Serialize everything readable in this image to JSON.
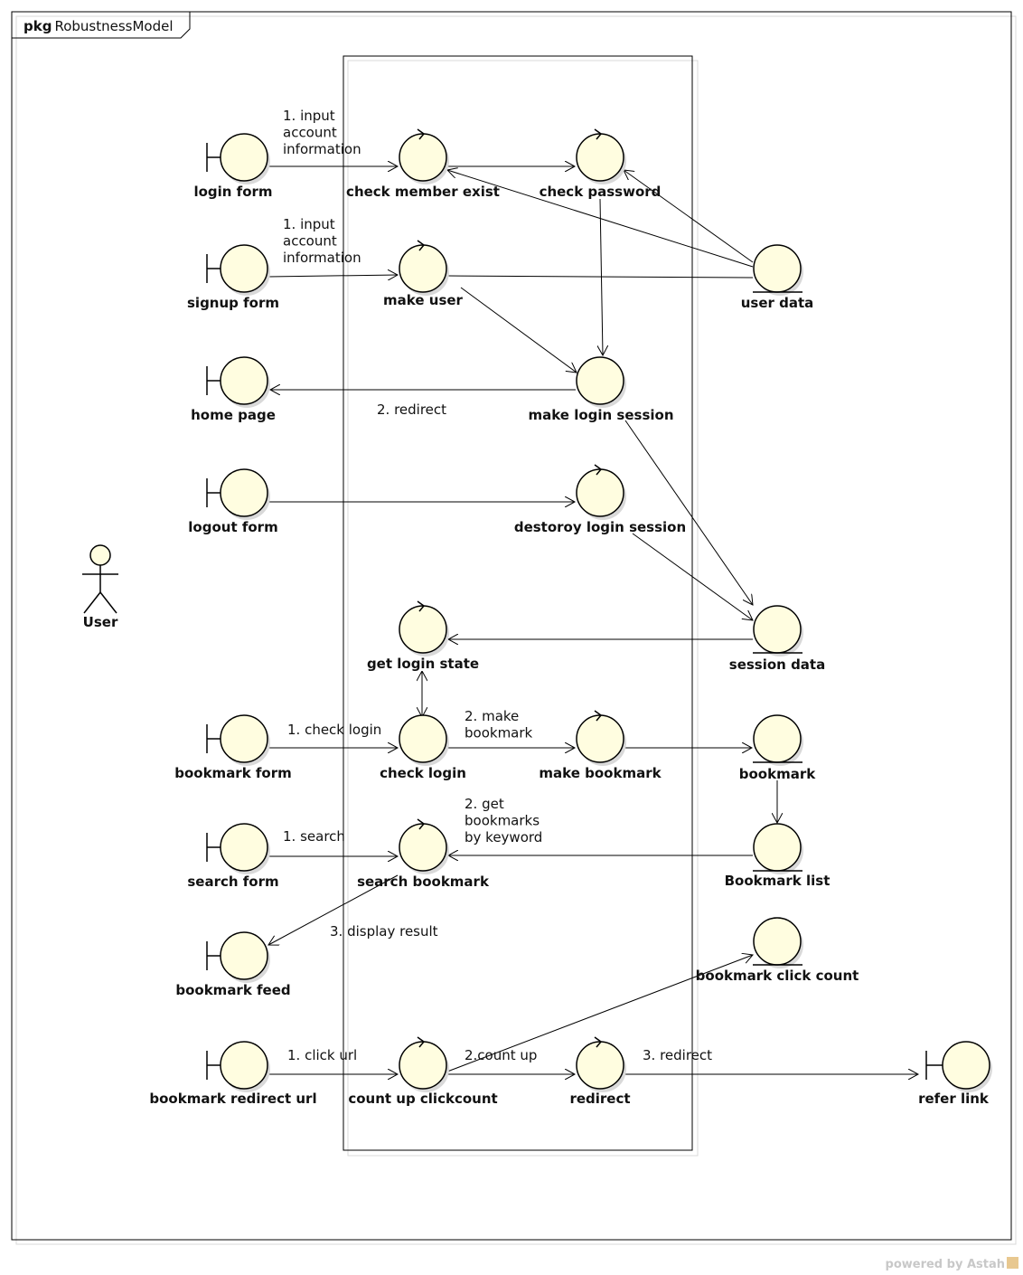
{
  "package": {
    "keyword": "pkg",
    "name": "RobustnessModel"
  },
  "actor": {
    "label": "User"
  },
  "nodes": {
    "login_form": "login form",
    "signup_form": "signup form",
    "home_page": "home page",
    "logout_form": "logout form",
    "bookmark_form": "bookmark form",
    "search_form": "search form",
    "bookmark_feed": "bookmark feed",
    "bookmark_redirect_url": "bookmark redirect url",
    "refer_link": "refer link",
    "check_member_exist": "check member exist",
    "check_password": "check password",
    "make_user": "make user",
    "make_login_session": "make login session",
    "destroy_login_session": "destoroy login session",
    "get_login_state": "get login state",
    "check_login": "check login",
    "make_bookmark": "make bookmark",
    "search_bookmark": "search bookmark",
    "count_up_clickcount": "count up clickcount",
    "redirect": "redirect",
    "user_data": "user data",
    "session_data": "session data",
    "bookmark": "bookmark",
    "bookmark_list": "Bookmark list",
    "bookmark_click_count": "bookmark click count"
  },
  "messages": {
    "input_account_1": [
      "1. input",
      "account",
      "information"
    ],
    "input_account_2": [
      "1. input",
      "account",
      "information"
    ],
    "redirect_home": "2. redirect",
    "check_login": "1. check login",
    "make_bookmark": [
      "2. make",
      "bookmark"
    ],
    "search": "1. search",
    "get_bookmarks": [
      "2. get",
      "bookmarks",
      "by keyword"
    ],
    "display_result": "3. display result",
    "click_url": "1. click url",
    "count_up": "2.count up",
    "redirect_refer": "3. redirect"
  },
  "footer": {
    "powered_by": "powered by Astah"
  },
  "colors": {
    "element_fill": "#fffde0",
    "stroke": "#000000",
    "shadow": "#d9d9d9"
  }
}
